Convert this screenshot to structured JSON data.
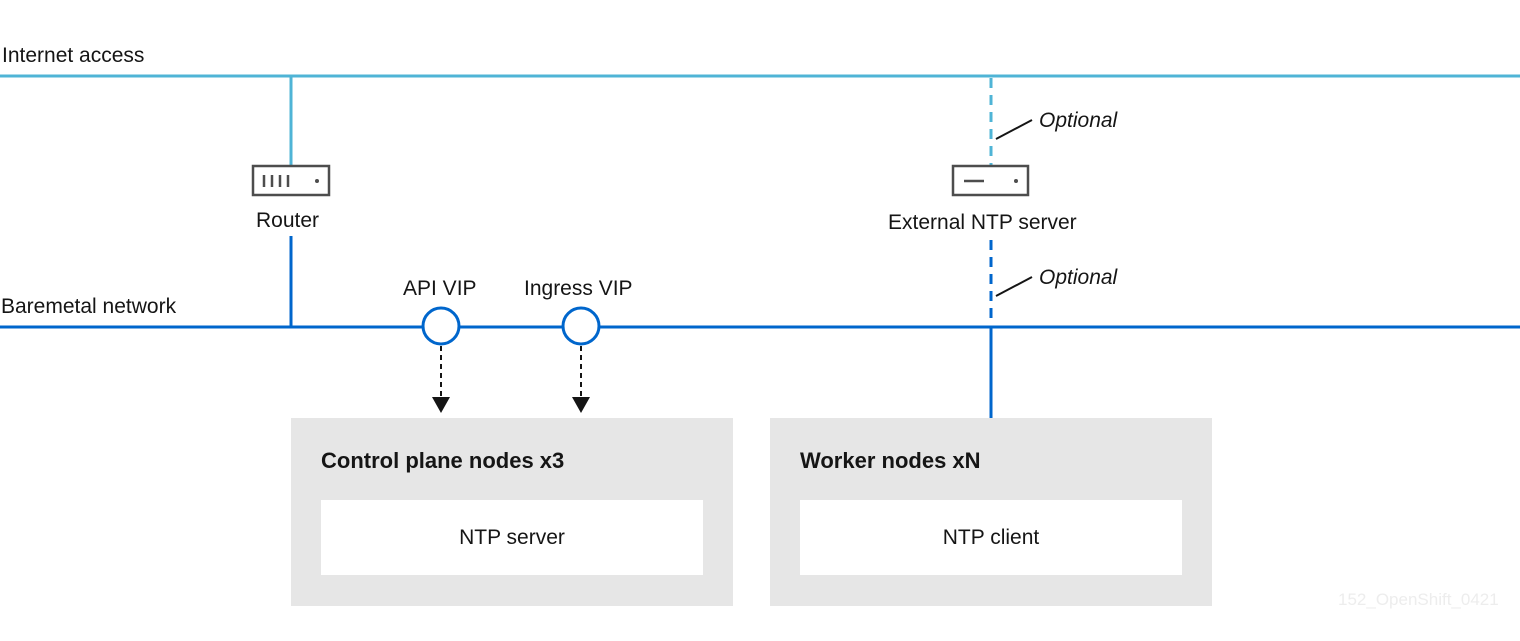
{
  "networks": {
    "internet": "Internet access",
    "baremetal": "Baremetal network"
  },
  "devices": {
    "router": "Router",
    "ntp_external": "External NTP server"
  },
  "optional_labels": [
    "Optional",
    "Optional"
  ],
  "vips": {
    "api": "API VIP",
    "ingress": "Ingress VIP"
  },
  "control_plane": {
    "title": "Control plane nodes  x3",
    "inner": "NTP server"
  },
  "workers": {
    "title": "Worker nodes  xN",
    "inner": "NTP client"
  },
  "watermark": "152_OpenShift_0421",
  "colors": {
    "internet_line": "#4fb4d6",
    "baremetal_line": "#0066cc",
    "box_bg": "#e6e6e6",
    "device_stroke": "#4d4d4d",
    "arrow": "#151515"
  }
}
